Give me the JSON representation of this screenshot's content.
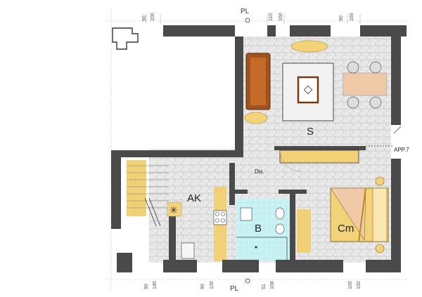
{
  "plan": {
    "orientation_labels": {
      "top": "PL",
      "bottom": "PL"
    },
    "top_dimensions": [
      "90",
      "200",
      "110",
      "160",
      "90",
      "160"
    ],
    "bottom_dimensions": [
      "90",
      "145",
      "90",
      "120",
      "51",
      "108",
      "100",
      "150"
    ],
    "rooms": [
      {
        "id": "living",
        "label": "S"
      },
      {
        "id": "kitchen",
        "label": "AK"
      },
      {
        "id": "bath",
        "label": "B"
      },
      {
        "id": "bedroom",
        "label": "Cm"
      }
    ],
    "annotations": {
      "dis": "Dis.",
      "app": "APP.7"
    },
    "colors": {
      "wall": "#4a4a4a",
      "floor": "#e6e6e6",
      "wood": "#f3d37a",
      "sofa": "#a0521f",
      "tile": "#bff0f2"
    }
  }
}
